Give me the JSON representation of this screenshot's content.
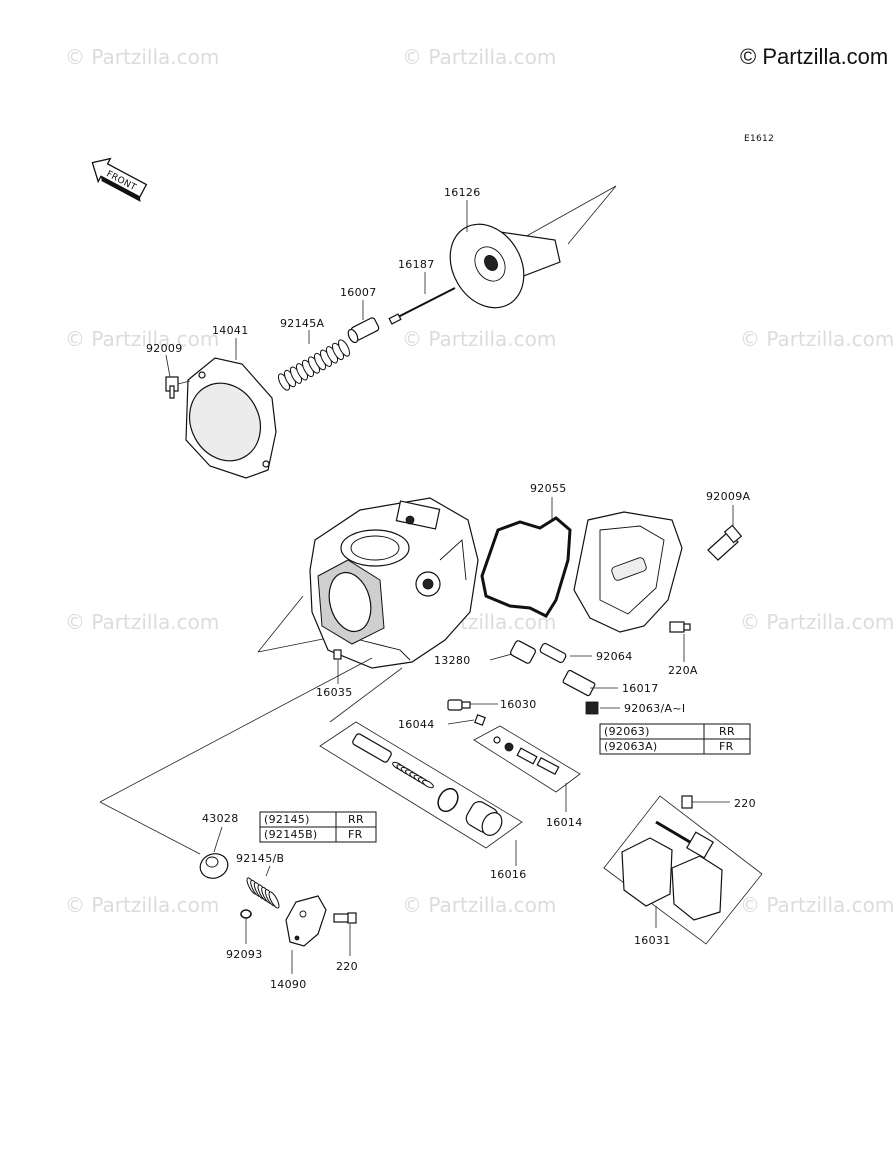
{
  "copyright": "© Partzilla.com",
  "watermark": "© Partzilla.com",
  "diagram_code": "E1612",
  "front_label": "FRONT",
  "labels": {
    "p16126": "16126",
    "p16187": "16187",
    "p16007": "16007",
    "p92145A": "92145A",
    "p14041": "14041",
    "p92009": "92009",
    "p92055": "92055",
    "p92009A": "92009A",
    "p13280": "13280",
    "p92064": "92064",
    "p220A": "220A",
    "p16035": "16035",
    "p16017": "16017",
    "p16030": "16030",
    "p92063": "92063/A~I",
    "p16044": "16044",
    "p16014": "16014",
    "p220b": "220",
    "p43028": "43028",
    "p92145B": "92145/B",
    "p92093": "92093",
    "p14090": "14090",
    "p220c": "220",
    "p16016": "16016",
    "p16031": "16031"
  },
  "table_92063": [
    {
      "part": "(92063)",
      "pos": "RR"
    },
    {
      "part": "(92063A)",
      "pos": "FR"
    }
  ],
  "table_92145": [
    {
      "part": "(92145)",
      "pos": "RR"
    },
    {
      "part": "(92145B)",
      "pos": "FR"
    }
  ]
}
